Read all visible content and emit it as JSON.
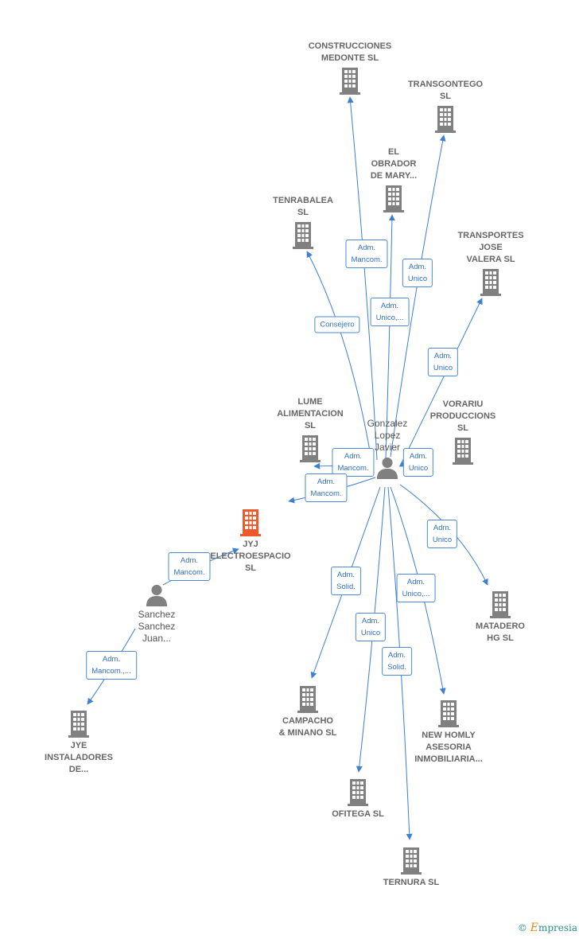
{
  "colors": {
    "company": "#808080",
    "primary": "#ee5a2c",
    "person": "#808080",
    "edge": "#3c7fd4"
  },
  "nodes": {
    "construcciones": {
      "lines": [
        "CONSTRUCCIONES",
        "MEDONTE  SL"
      ],
      "icon": "building-icon"
    },
    "transgontego": {
      "lines": [
        "TRANSGONTEGO",
        "SL"
      ],
      "icon": "building-icon"
    },
    "obrador": {
      "lines": [
        "EL",
        "OBRADOR",
        "DE MARY..."
      ],
      "icon": "building-icon"
    },
    "tenrabalea": {
      "lines": [
        "TENRABALEA",
        "SL"
      ],
      "icon": "building-icon"
    },
    "transportes": {
      "lines": [
        "TRANSPORTES",
        "JOSE",
        "VALERA  SL"
      ],
      "icon": "building-icon"
    },
    "lume": {
      "lines": [
        "LUME",
        "ALIMENTACION",
        "SL"
      ],
      "icon": "building-icon"
    },
    "vorariu": {
      "lines": [
        "VORARIU",
        "PRODUCCIONS",
        "SL"
      ],
      "icon": "building-icon"
    },
    "gonzalez": {
      "lines": [
        "Gonzalez",
        "Lopez",
        "Javier"
      ],
      "icon": "person-icon"
    },
    "jyj": {
      "lines": [
        "JYJ",
        "ELECTROESPACIO",
        "SL"
      ],
      "icon": "building-icon"
    },
    "sanchez": {
      "lines": [
        "Sanchez",
        "Sanchez",
        "Juan..."
      ],
      "icon": "person-icon"
    },
    "matadero": {
      "lines": [
        "MATADERO",
        "HG  SL"
      ],
      "icon": "building-icon"
    },
    "jye": {
      "lines": [
        "JYE",
        "INSTALADORES",
        "DE..."
      ],
      "icon": "building-icon"
    },
    "campacho": {
      "lines": [
        "CAMPACHO",
        "& MINANO SL"
      ],
      "icon": "building-icon"
    },
    "newhomly": {
      "lines": [
        "NEW HOMLY",
        "ASESORIA",
        "INMOBILIARIA..."
      ],
      "icon": "building-icon"
    },
    "ofitega": {
      "lines": [
        "OFITEGA  SL"
      ],
      "icon": "building-icon"
    },
    "ternura": {
      "lines": [
        "TERNURA  SL"
      ],
      "icon": "building-icon"
    }
  },
  "edges": [
    {
      "from": "gonzalez",
      "to": "construcciones",
      "lines": [
        "Adm.",
        "Mancom."
      ]
    },
    {
      "from": "gonzalez",
      "to": "transgontego",
      "lines": [
        "Adm.",
        "Unico"
      ]
    },
    {
      "from": "gonzalez",
      "to": "obrador",
      "lines": [
        "Adm.",
        "Unico,..."
      ]
    },
    {
      "from": "gonzalez",
      "to": "tenrabalea",
      "lines": [
        "Consejero"
      ]
    },
    {
      "from": "gonzalez",
      "to": "transportes",
      "lines": [
        "Adm.",
        "Unico"
      ]
    },
    {
      "from": "gonzalez",
      "to": "lume",
      "lines": [
        "Adm.",
        "Mancom."
      ]
    },
    {
      "from": "gonzalez",
      "to": "vorariu",
      "lines": [
        "Adm.",
        "Unico"
      ]
    },
    {
      "from": "gonzalez",
      "to": "jyj",
      "lines": [
        "Adm.",
        "Mancom."
      ]
    },
    {
      "from": "sanchez",
      "to": "jyj",
      "lines": [
        "Adm.",
        "Mancom."
      ]
    },
    {
      "from": "gonzalez",
      "to": "matadero",
      "lines": [
        "Adm.",
        "Unico"
      ]
    },
    {
      "from": "gonzalez",
      "to": "campacho",
      "lines": [
        "Adm.",
        "Solid."
      ]
    },
    {
      "from": "gonzalez",
      "to": "newhomly",
      "lines": [
        "Adm.",
        "Unico,..."
      ]
    },
    {
      "from": "gonzalez",
      "to": "ofitega",
      "lines": [
        "Adm.",
        "Unico"
      ]
    },
    {
      "from": "gonzalez",
      "to": "ternura",
      "lines": [
        "Adm.",
        "Solid."
      ]
    },
    {
      "from": "sanchez",
      "to": "jye",
      "lines": [
        "Adm.",
        "Mancom.,..."
      ]
    }
  ],
  "footer": {
    "copyright": "©",
    "brand_initial": "E",
    "brand_rest": "mpresia"
  }
}
